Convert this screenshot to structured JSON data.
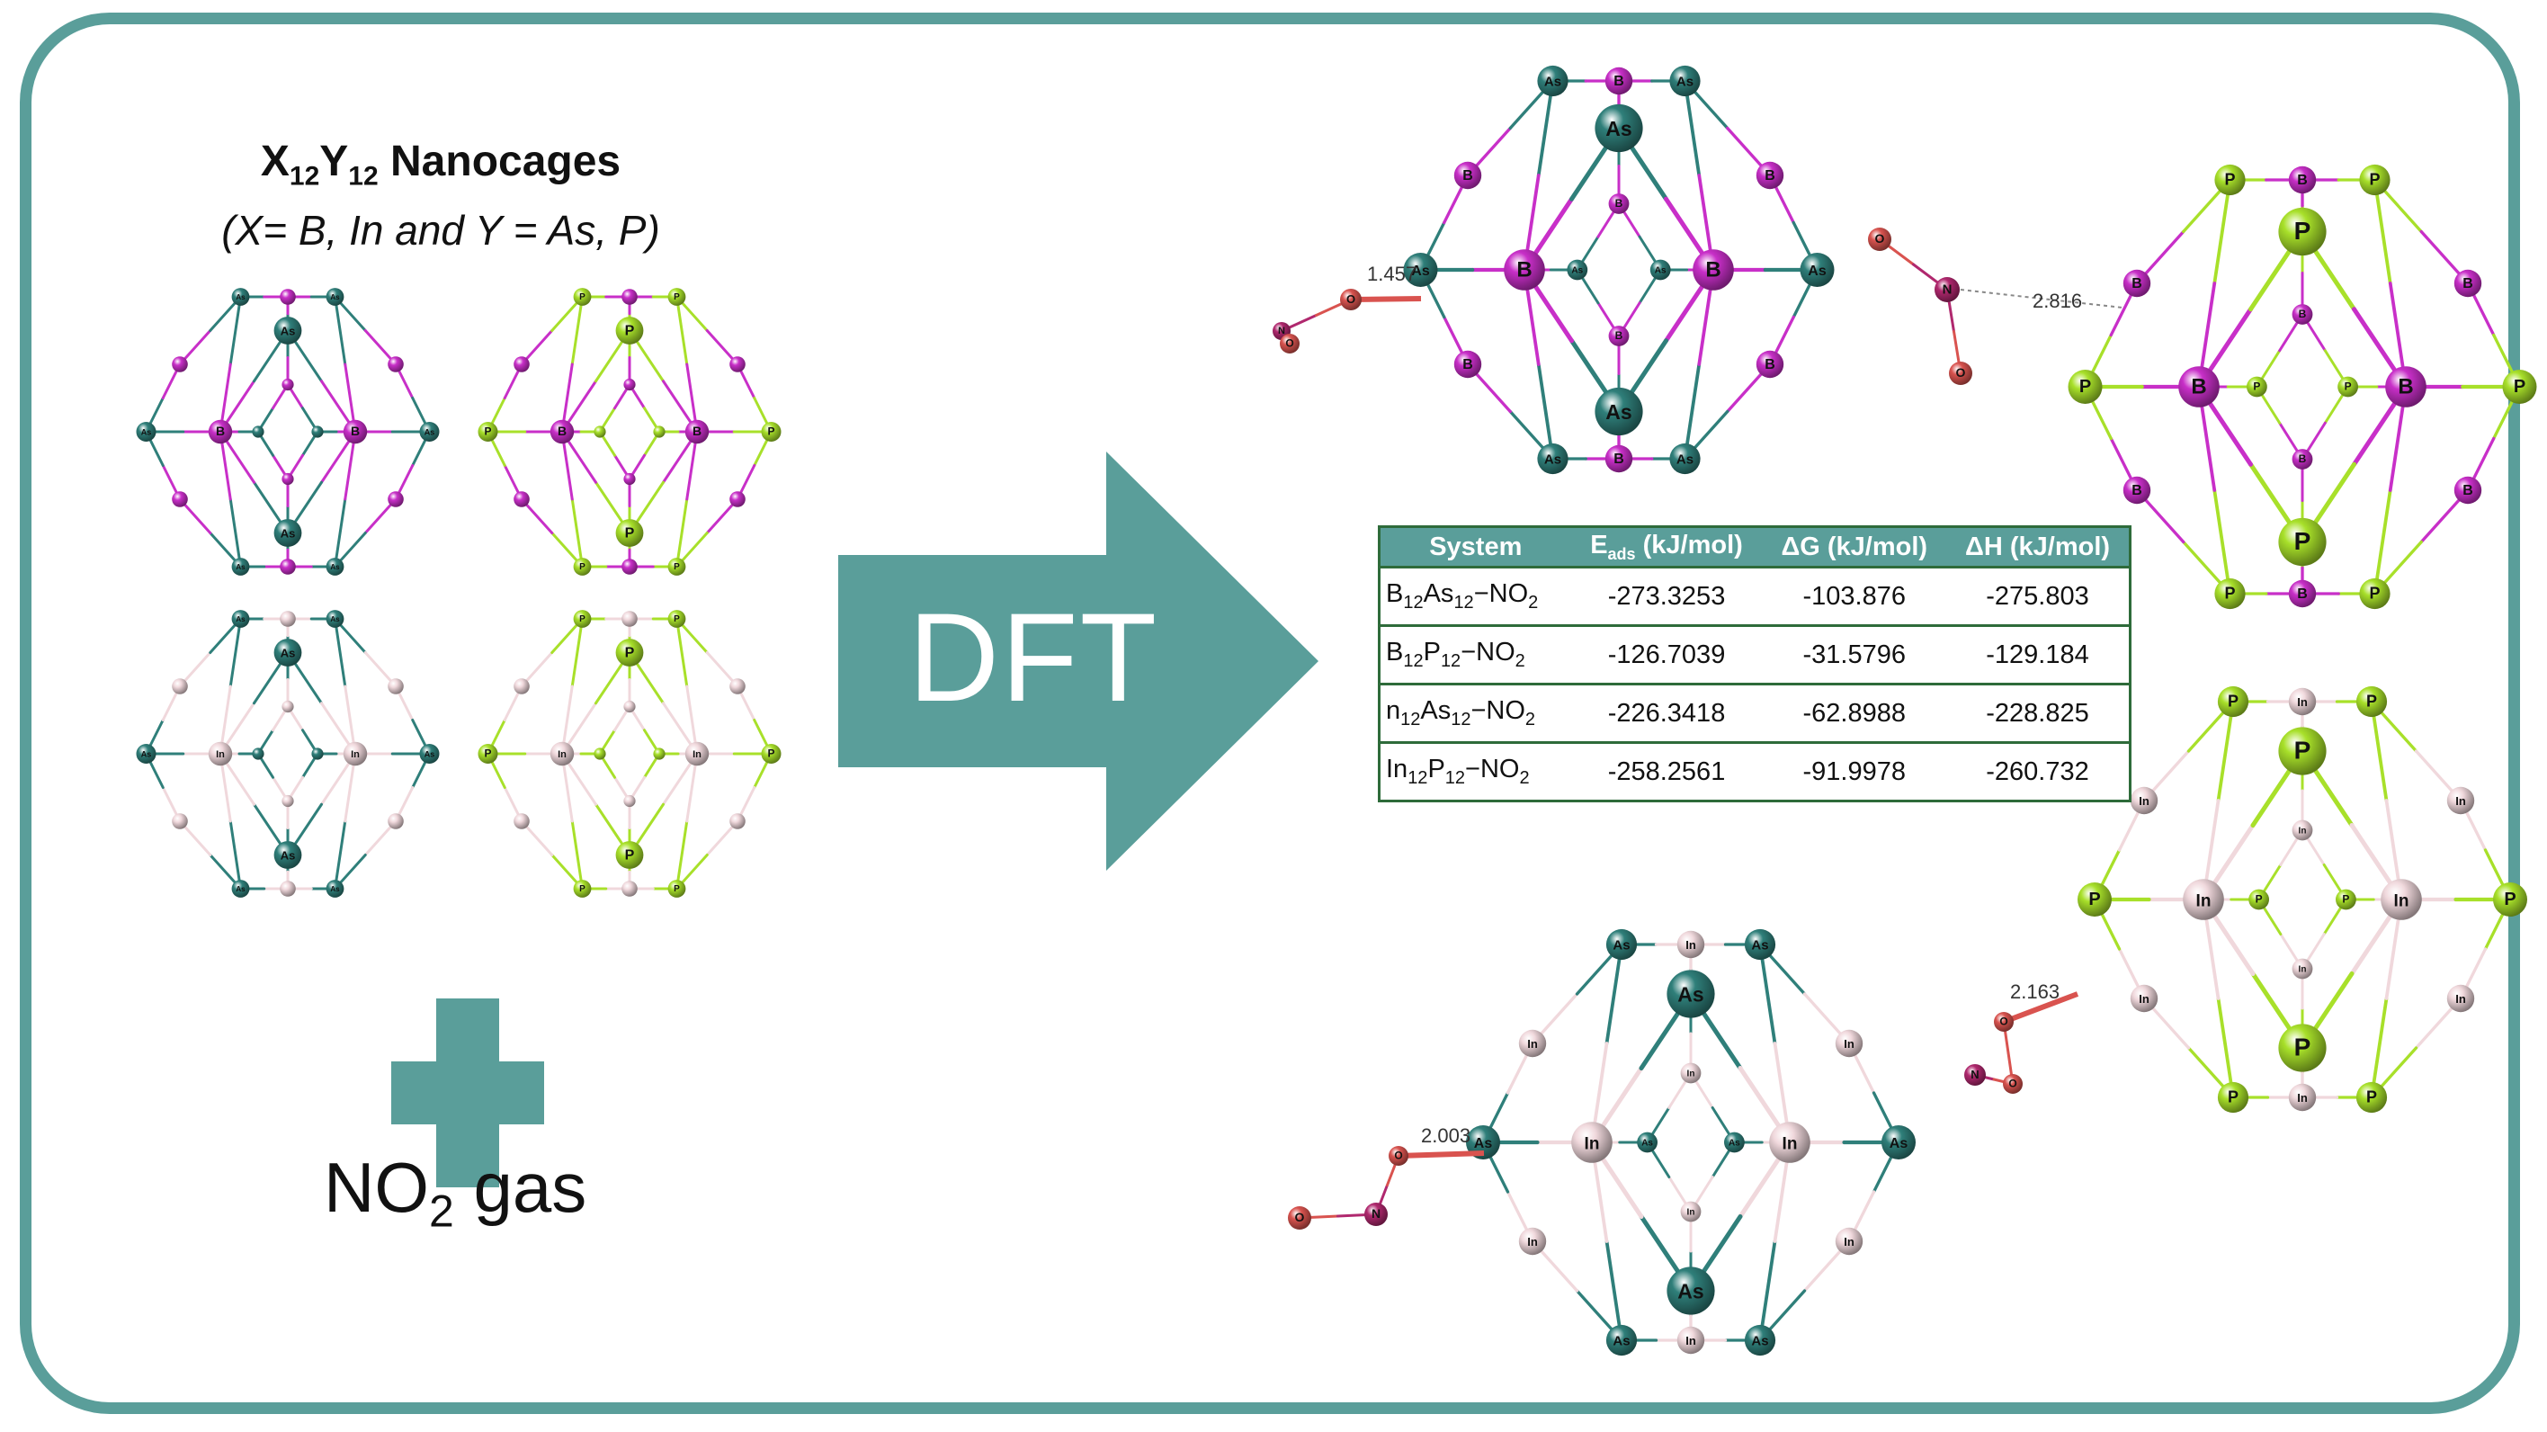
{
  "title": {
    "main": "X",
    "sub1": "12",
    "mid": "Y",
    "sub2": "12",
    "rest": " Nanocages",
    "subtitle": "(X= B, In and Y = As, P)"
  },
  "gas_label": {
    "text": "NO",
    "sub": "2",
    "rest": " gas"
  },
  "method_label": "DFT",
  "colors": {
    "frame": "#5a9e9a",
    "boron": "#c82fc8",
    "arsenic": "#2f7f7a",
    "phosphorus": "#a8e02a",
    "indium": "#f0d8dc",
    "oxygen": "#d9534f",
    "nitrogen": "#b0286e"
  },
  "atom_labels": {
    "boron": "B",
    "arsenic": "As",
    "phosphorus": "P",
    "indium": "In",
    "oxygen": "O",
    "nitrogen": "N"
  },
  "distances": {
    "b12as12": "1.457",
    "b12p12": "2.816",
    "in12as12": "2.003",
    "in12p12": "2.163"
  },
  "table": {
    "headers": [
      "System",
      "E",
      "ads",
      " (kJ/mol)",
      "ΔG (kJ/mol)",
      "ΔH (kJ/mol)"
    ],
    "rows": [
      {
        "system": "B12As12−NO2",
        "e_ads": "-273.3253",
        "dg": "-103.876",
        "dh": "-275.803"
      },
      {
        "system": "B12P12−NO2",
        "e_ads": "-126.7039",
        "dg": "-31.5796",
        "dh": "-129.184"
      },
      {
        "system": "n12As12−NO2",
        "e_ads": "-226.3418",
        "dg": "-62.8988",
        "dh": "-228.825"
      },
      {
        "system": "In12P12−NO2",
        "e_ads": "-258.2561",
        "dg": "-91.9978",
        "dh": "-260.732"
      }
    ]
  }
}
